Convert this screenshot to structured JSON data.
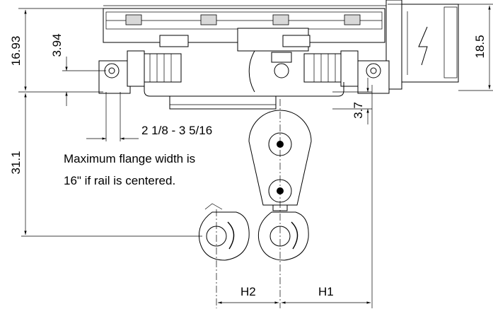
{
  "dimensions": {
    "d_16_93": "16.93",
    "d_3_94": "3.94",
    "d_18_5": "18.5",
    "d_31_1": "31.1",
    "d_3_7": "3.7",
    "flange_range": "2 1/8 - 3 5/16",
    "h1": "H1",
    "h2": "H2"
  },
  "note": {
    "line1": "Maximum flange width is",
    "line2": "16\" if rail is centered."
  },
  "colors": {
    "line": "#000000",
    "background": "#ffffff",
    "panel": "#d8d8d8"
  }
}
